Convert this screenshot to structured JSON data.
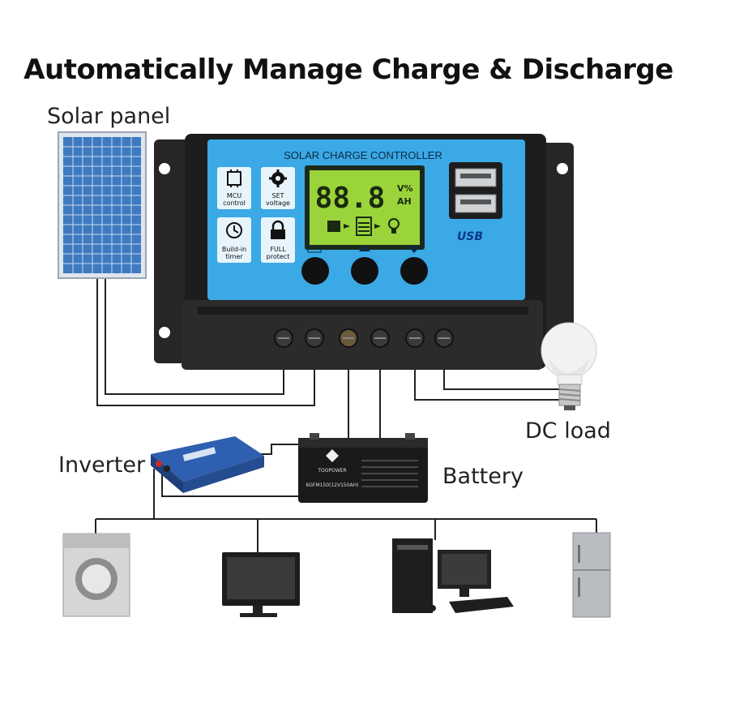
{
  "title": "Automatically Manage Charge & Discharge",
  "labels": {
    "solar_panel": "Solar panel",
    "dc_load": "DC load",
    "inverter": "Inverter",
    "battery": "Battery"
  },
  "controller": {
    "header": "SOLAR CHARGE CONTROLLER",
    "lcd_digits": "88.8",
    "lcd_units_top": "V%",
    "lcd_units_bottom": "AH",
    "usb_label": "USB",
    "features": [
      {
        "icon": "chip-icon",
        "line1": "MCU",
        "line2": "control"
      },
      {
        "icon": "gear-icon",
        "line1": "SET",
        "line2": "voltage"
      },
      {
        "icon": "clock-icon",
        "line1": "Build-in",
        "line2": "timer"
      },
      {
        "icon": "lock-icon",
        "line1": "FULL",
        "line2": "protect"
      }
    ]
  },
  "battery": {
    "brand": "TOOPOWER",
    "model": "6GFM150(12V150AH)"
  },
  "colors": {
    "controller_panel": "#3aa9e6",
    "controller_body": "#1e1e1e",
    "lcd": "#9bd43a",
    "solar_cell": "#4d86c9",
    "inverter": "#2f5fb0",
    "wire": "#222222"
  },
  "appliances": [
    "washing-machine-icon",
    "monitor-icon",
    "desktop-computer-icon",
    "refrigerator-icon"
  ]
}
